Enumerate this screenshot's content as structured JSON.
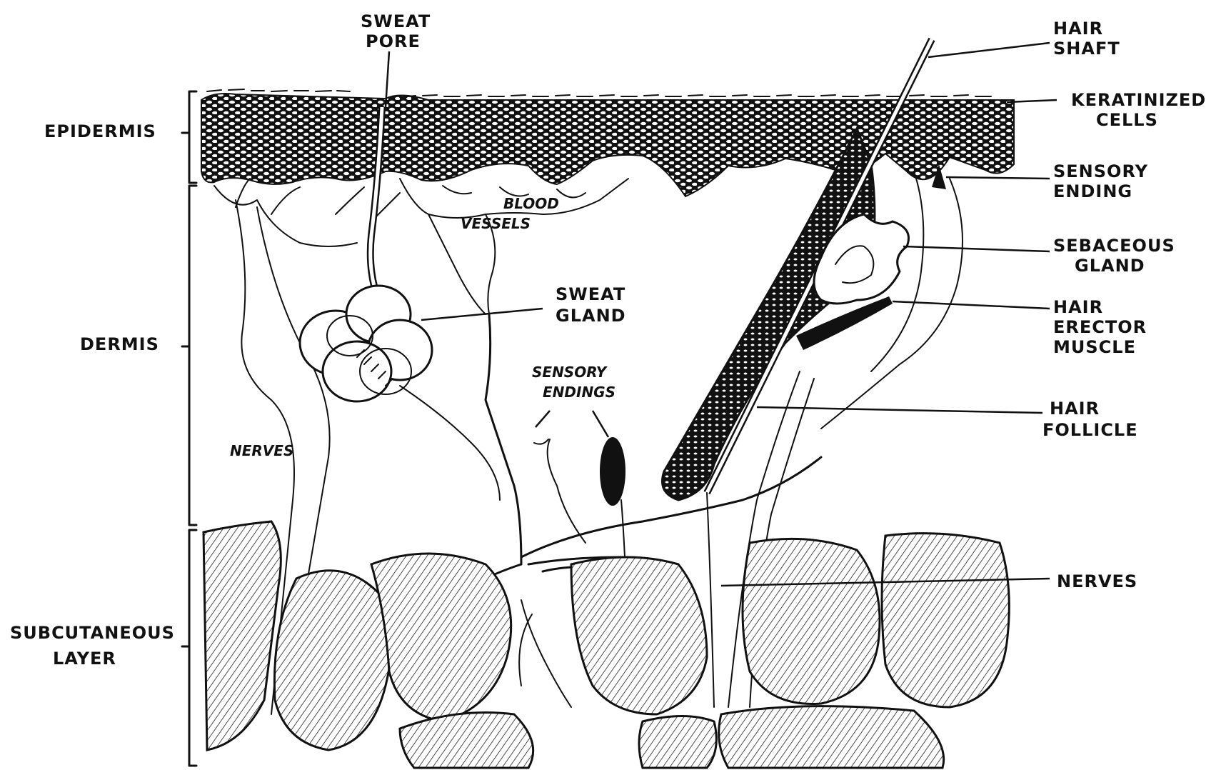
{
  "labels": {
    "sweat_pore": [
      "SWEAT",
      "PORE"
    ],
    "hair_shaft": [
      "HAIR",
      "SHAFT"
    ],
    "keratinized_cells": [
      "KERATINIZED",
      "CELLS"
    ],
    "epidermis": "EPIDERMIS",
    "sensory_ending": [
      "SENSORY",
      "ENDING"
    ],
    "blood_vessels": [
      "BLOOD",
      "VESSELS"
    ],
    "sebaceous_gland": [
      "SEBACEOUS",
      "GLAND"
    ],
    "sweat_gland": [
      "SWEAT",
      "GLAND"
    ],
    "hair_erector_muscle": [
      "HAIR",
      "ERECTOR",
      "MUSCLE"
    ],
    "dermis": "DERMIS",
    "sensory_endings": [
      "SENSORY",
      "ENDINGS"
    ],
    "hair_follicle": [
      "HAIR",
      "FOLLICLE"
    ],
    "nerves_dermis": "NERVES",
    "nerves_subcutaneous": "NERVES",
    "subcutaneous_layer": [
      "SUBCUTANEOUS",
      "LAYER"
    ]
  },
  "colors": {
    "ink": "#111111",
    "paper": "#ffffff"
  }
}
